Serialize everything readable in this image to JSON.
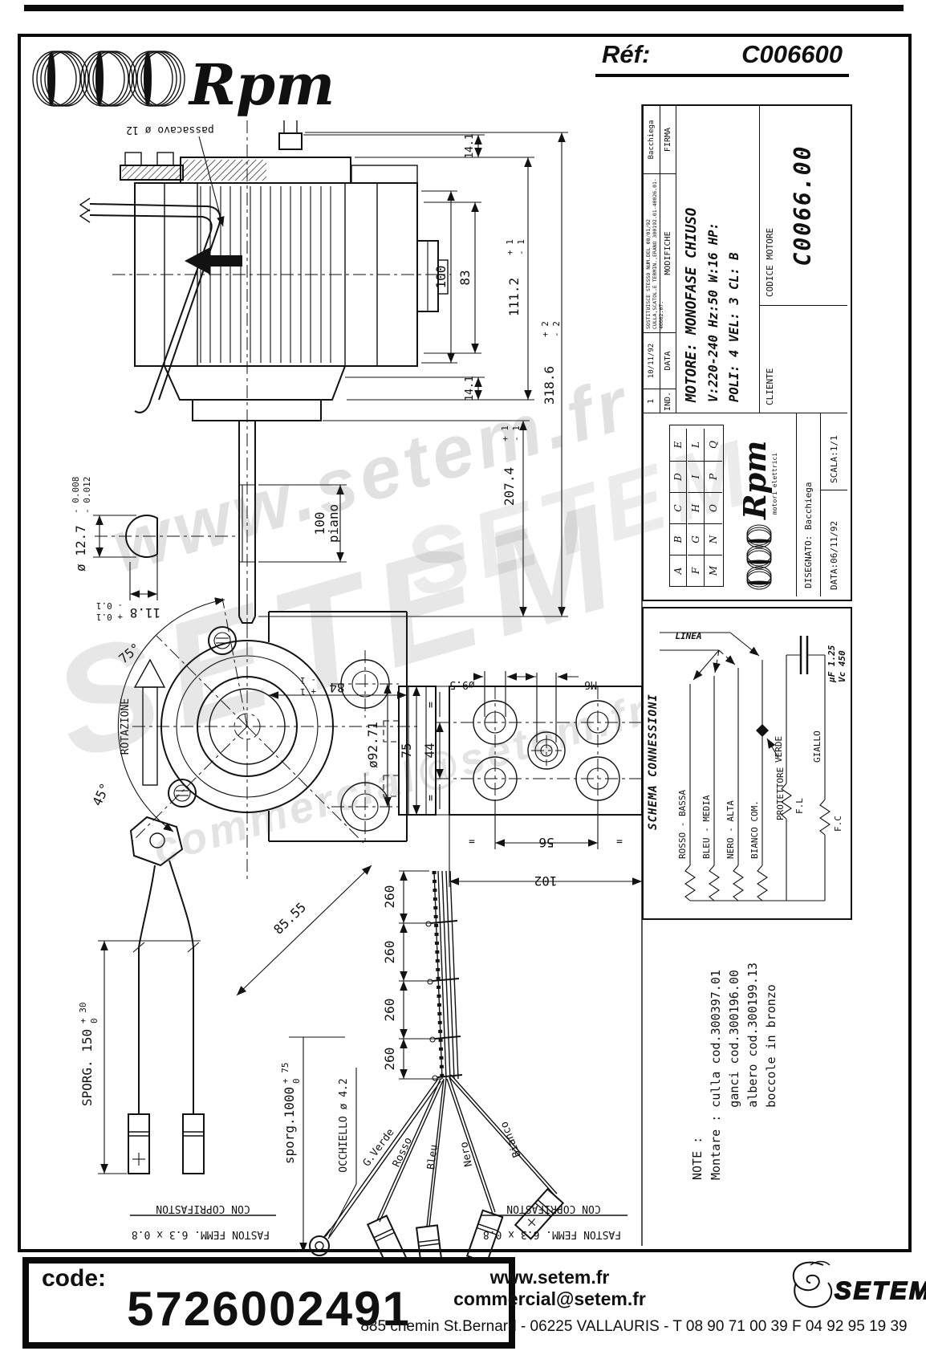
{
  "header": {
    "brand": "Rpm",
    "ref_label": "Réf:",
    "ref_value": "C006600"
  },
  "watermarks": {
    "w1": "www.setem.fr",
    "w2": "SETEM",
    "w3": "SETEM",
    "w4": "commercial@setem.fr"
  },
  "title_block": {
    "revision": {
      "ind_value": "1",
      "date_value": "10/11/92",
      "modifiche_value": "SOSTITUISCE STESSO NUM.DEL 08/01/92\nCULLA,SCATOL.E TERMIN.,ERANO 300192.01-40026.01-40002.07.",
      "firma_value": "Bacchiega",
      "ind_label": "IND.",
      "date_label": "DATA",
      "modifiche_label": "MODIFICHE",
      "firma_label": "FIRMA"
    },
    "grid_letters": [
      "A",
      "B",
      "C",
      "D",
      "E",
      "F",
      "G",
      "H",
      "I",
      "L",
      "M",
      "N",
      "O",
      "P",
      "Q"
    ],
    "logo_text": "Rpm",
    "logo_sub": "motori elettrici",
    "disegnato": "DISEGNATO:  Bacchiega",
    "data": "DATA:06/11/92",
    "scala": "SCALA:1/1",
    "motor_line1": "MOTORE: MONOFASE CHIUSO",
    "motor_line2": "V:220-240   Hz:50   W:16   HP:",
    "motor_line3": "POLI: 4    VEL: 3    CL: B",
    "cliente_label": "CLIENTE",
    "codice_label": "CODICE MOTORE",
    "codice_value": "C0066.00"
  },
  "schema": {
    "title": "SCHEMA CONNESSIONI",
    "linea": "LINEA",
    "wire1": "ROSSO - BASSA",
    "wire2": "BLEU - MEDIA",
    "wire3": "NERO - ALTA",
    "wire4": "BIANCO COM.",
    "protettore": "PROTETTORE",
    "verde": "VERDE",
    "giallo": "GIALLO",
    "fl": "F.L",
    "fc": "F.C",
    "cap_line1": "µF 1.25",
    "cap_line2": "Vc 450"
  },
  "dims": {
    "passacavo": "passacavo ø 12",
    "d141": "14.1",
    "d100": "100",
    "d83": "83",
    "d1112": "111.2",
    "d3186": "318.6",
    "d2074": "207.4",
    "piano": "piano",
    "shaft_dia": "ø 12.7",
    "tol_m008": "- 0.008",
    "tol_m012": "- 0.012",
    "d118": "11.8",
    "tol_p01": "+ 0.1",
    "tol_m01": "- 0.1",
    "a75": "75°",
    "a45": "45°",
    "rotazione": "ROTAZIONE",
    "d84": "84",
    "d9271": "ø92.71",
    "d8555": "85.55",
    "d95": "ø9.5",
    "m6": "M6",
    "d75": "75",
    "d44": "44",
    "eq": "=",
    "d56": "56",
    "d102": "102",
    "d260": "260",
    "sporg1000": "sporg.1000",
    "tol_p75": "+ 75",
    "tol_zero": "0",
    "occhiello": "OCCHIELLO ø 4.2",
    "gverde": "G.Verde",
    "rosso": "Rosso",
    "bleu": "Bleu",
    "nero": "Nero",
    "bianco": "Bianco",
    "sporg150": "SPORG. 150",
    "tol_p30": "+ 30",
    "tol_p1": "+ 1",
    "tol_m1": "- 1",
    "tol_p2": "+ 2",
    "tol_m2": "- 2",
    "faston": "FASTON FEMM.  6.3 x 0.8",
    "coprifaston": "CON COPRIFASTON"
  },
  "note": {
    "text": "NOTE :\nMontare : culla cod.300397.01\n          ganci cod.300196.00\n          albero cod.300199.13\n          boccole in bronzo"
  },
  "footer": {
    "code_label": "code:",
    "code_value": "5726002491",
    "site": "www.setem.fr",
    "email": "commercial@setem.fr",
    "logo": "SETEM",
    "address": "885 chemin St.Bernard  -  06225 VALLAURIS  -  T 08 90 71 00 39   F 04 92 95 19 39"
  }
}
